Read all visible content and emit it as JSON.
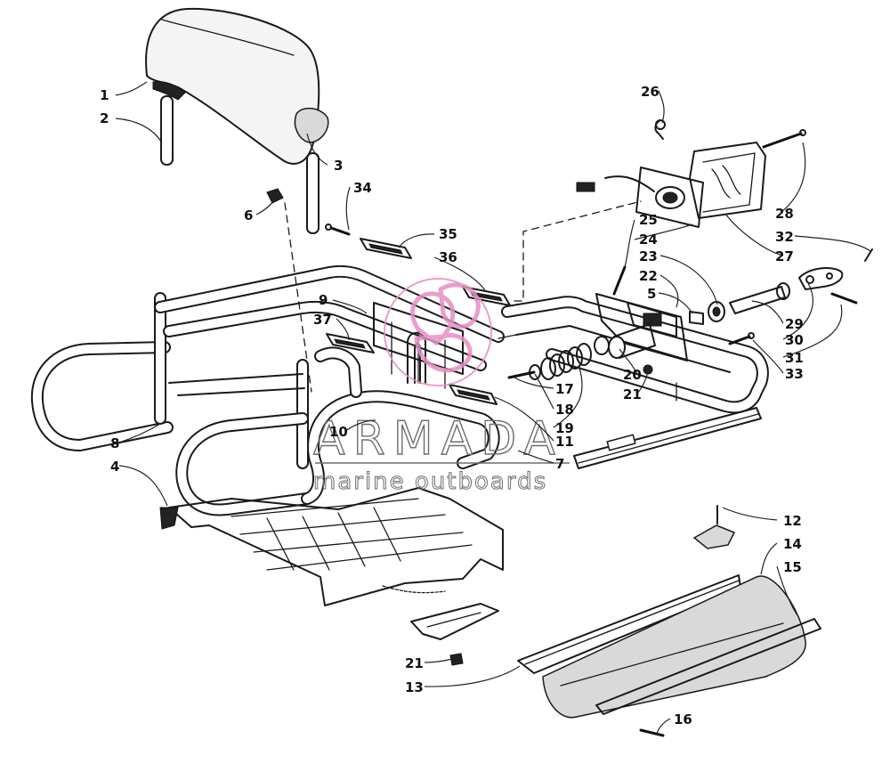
{
  "callouts": [
    {
      "num": "1"
    },
    {
      "num": "2"
    },
    {
      "num": "3"
    },
    {
      "num": "34"
    },
    {
      "num": "6"
    },
    {
      "num": "35"
    },
    {
      "num": "36"
    },
    {
      "num": "9"
    },
    {
      "num": "37"
    },
    {
      "num": "26"
    },
    {
      "num": "28"
    },
    {
      "num": "25"
    },
    {
      "num": "24"
    },
    {
      "num": "32"
    },
    {
      "num": "27"
    },
    {
      "num": "23"
    },
    {
      "num": "22"
    },
    {
      "num": "5"
    },
    {
      "num": "29"
    },
    {
      "num": "30"
    },
    {
      "num": "31"
    },
    {
      "num": "33"
    },
    {
      "num": "17"
    },
    {
      "num": "18"
    },
    {
      "num": "20"
    },
    {
      "num": "21"
    },
    {
      "num": "19"
    },
    {
      "num": "11"
    },
    {
      "num": "10"
    },
    {
      "num": "8"
    },
    {
      "num": "4"
    },
    {
      "num": "7"
    },
    {
      "num": "12"
    },
    {
      "num": "14"
    },
    {
      "num": "15"
    },
    {
      "num": "21"
    },
    {
      "num": "13"
    },
    {
      "num": "16"
    }
  ],
  "watermark": {
    "brand": "ARMADA",
    "tagline": "marine outboards",
    "logo_color": "#e58fc4"
  }
}
